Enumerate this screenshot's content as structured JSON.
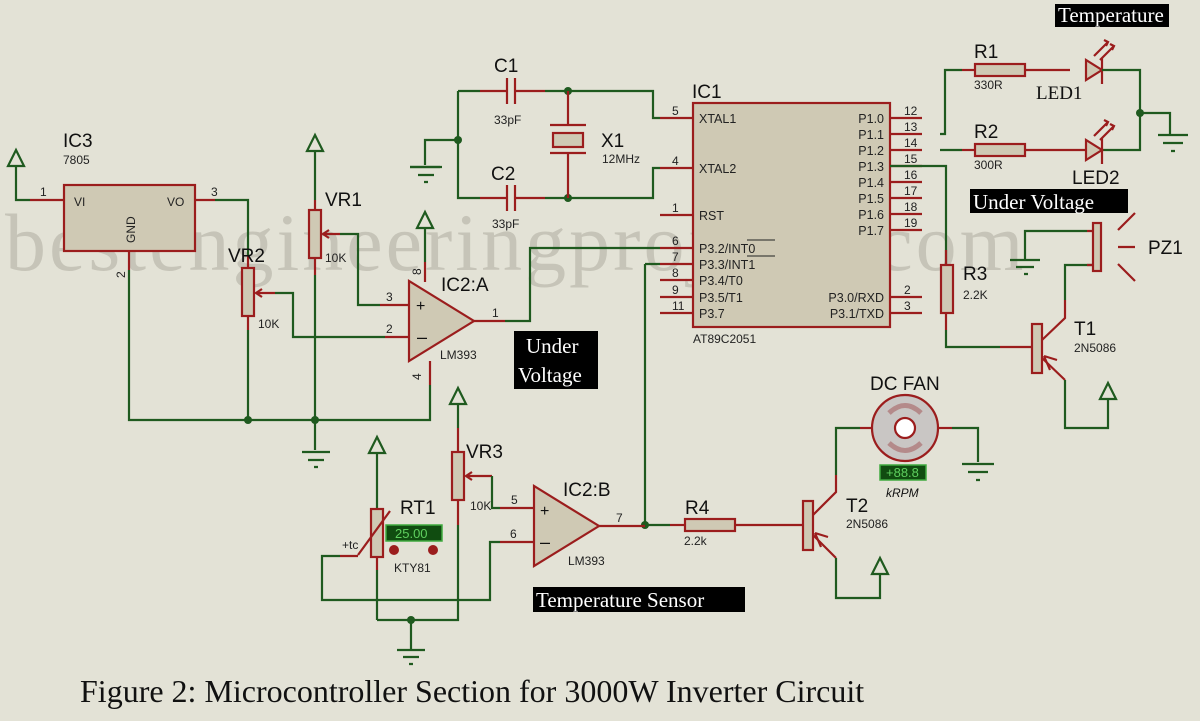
{
  "watermark": "bestengineeringprojects.com",
  "caption": "Figure 2: Microcontroller Section for 3000W Inverter Circuit",
  "annotations": {
    "temperature": "Temperature",
    "under_voltage_top": "Under Voltage",
    "under_voltage_line1": "Under",
    "under_voltage_line2": "Voltage",
    "temperature_sensor": "Temperature Sensor"
  },
  "components": {
    "ic3": {
      "ref": "IC3",
      "value": "7805",
      "pin_vi": "VI",
      "pin_vo": "VO",
      "pin_gnd": "GND",
      "pin1": "1",
      "pin2": "2",
      "pin3": "3"
    },
    "vr1": {
      "ref": "VR1",
      "value": "10K"
    },
    "vr2": {
      "ref": "VR2",
      "value": "10K"
    },
    "vr3": {
      "ref": "VR3",
      "value": "10K"
    },
    "ic2a": {
      "ref": "IC2:A",
      "value": "LM393",
      "pin_plus": "3",
      "pin_minus": "2",
      "pin_out": "1",
      "pin_vcc": "8",
      "pin_gnd": "4"
    },
    "ic2b": {
      "ref": "IC2:B",
      "value": "LM393",
      "pin_plus": "5",
      "pin_minus": "6",
      "pin_out": "7"
    },
    "c1": {
      "ref": "C1",
      "value": "33pF"
    },
    "c2": {
      "ref": "C2",
      "value": "33pF"
    },
    "x1": {
      "ref": "X1",
      "value": "12MHz"
    },
    "ic1": {
      "ref": "IC1",
      "value": "AT89C2051",
      "left_pins": [
        {
          "num": "5",
          "name": "XTAL1"
        },
        {
          "num": "4",
          "name": "XTAL2"
        },
        {
          "num": "1",
          "name": "RST"
        },
        {
          "num": "6",
          "name": "P3.2/INT0"
        },
        {
          "num": "7",
          "name": "P3.3/INT1"
        },
        {
          "num": "8",
          "name": "P3.4/T0"
        },
        {
          "num": "9",
          "name": "P3.5/T1"
        },
        {
          "num": "11",
          "name": "P3.7"
        }
      ],
      "right_pins": [
        {
          "num": "12",
          "name": "P1.0"
        },
        {
          "num": "13",
          "name": "P1.1"
        },
        {
          "num": "14",
          "name": "P1.2"
        },
        {
          "num": "15",
          "name": "P1.3"
        },
        {
          "num": "16",
          "name": "P1.4"
        },
        {
          "num": "17",
          "name": "P1.5"
        },
        {
          "num": "18",
          "name": "P1.6"
        },
        {
          "num": "19",
          "name": "P1.7"
        },
        {
          "num": "2",
          "name": "P3.0/RXD"
        },
        {
          "num": "3",
          "name": "P3.1/TXD"
        }
      ]
    },
    "r1": {
      "ref": "R1",
      "value": "330R"
    },
    "r2": {
      "ref": "R2",
      "value": "300R"
    },
    "r3": {
      "ref": "R3",
      "value": "2.2K"
    },
    "r4": {
      "ref": "R4",
      "value": "2.2k"
    },
    "led1": {
      "ref": "LED1"
    },
    "led2": {
      "ref": "LED2"
    },
    "pz1": {
      "ref": "PZ1"
    },
    "t1": {
      "ref": "T1",
      "value": "2N5086"
    },
    "t2": {
      "ref": "T2",
      "value": "2N5086"
    },
    "rt1": {
      "ref": "RT1",
      "value": "KTY81",
      "tc_label": "+tc",
      "reading": "25.00"
    },
    "fan": {
      "ref": "DC FAN",
      "reading": "+88.8",
      "unit": "kRPM"
    }
  }
}
